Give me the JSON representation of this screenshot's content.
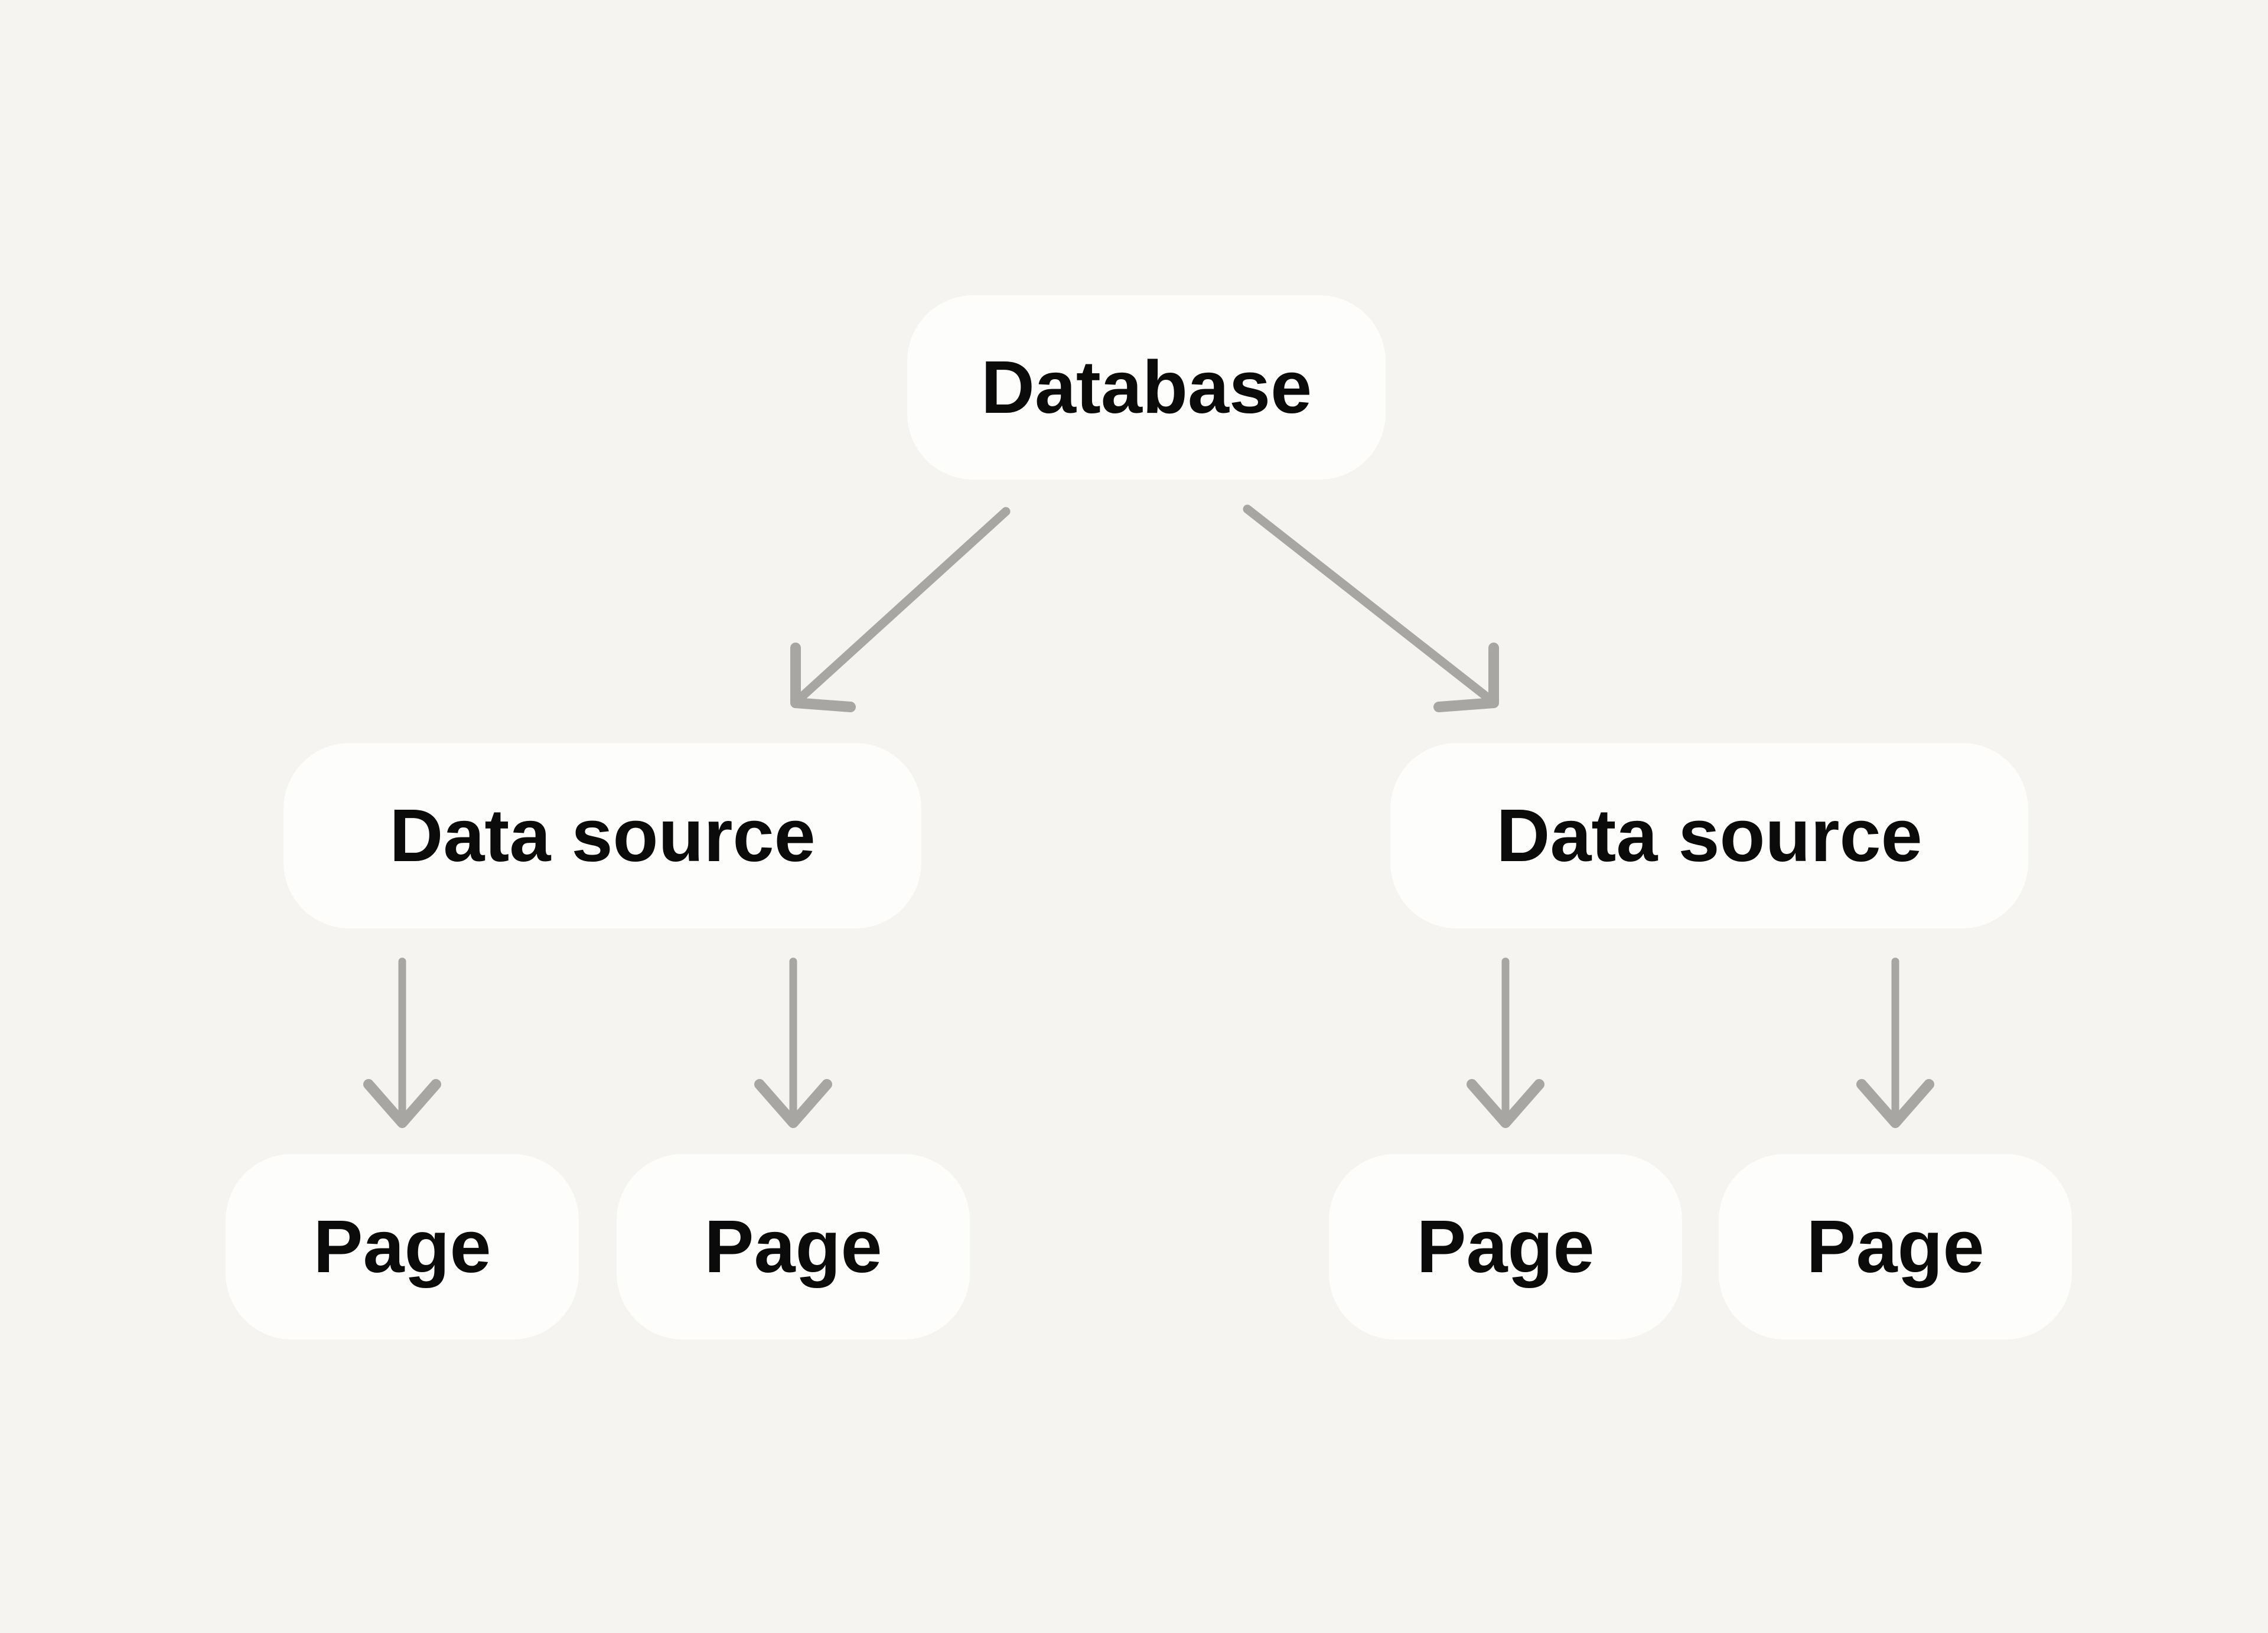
{
  "diagram": {
    "type": "tree",
    "nodes": {
      "database": {
        "label": "Database"
      },
      "data_source_left": {
        "label": "Data source"
      },
      "data_source_right": {
        "label": "Data source"
      },
      "page_left_1": {
        "label": "Page"
      },
      "page_left_2": {
        "label": "Page"
      },
      "page_right_1": {
        "label": "Page"
      },
      "page_right_2": {
        "label": "Page"
      }
    },
    "edges": [
      {
        "from": "database",
        "to": "data_source_left"
      },
      {
        "from": "database",
        "to": "data_source_right"
      },
      {
        "from": "data_source_left",
        "to": "page_left_1"
      },
      {
        "from": "data_source_left",
        "to": "page_left_2"
      },
      {
        "from": "data_source_right",
        "to": "page_right_1"
      },
      {
        "from": "data_source_right",
        "to": "page_right_2"
      }
    ],
    "colors": {
      "background": "#F5F4F1",
      "node_fill": "#FDFDFC",
      "node_text": "#0B0B0B",
      "arrow": "#A8A6A3"
    }
  }
}
